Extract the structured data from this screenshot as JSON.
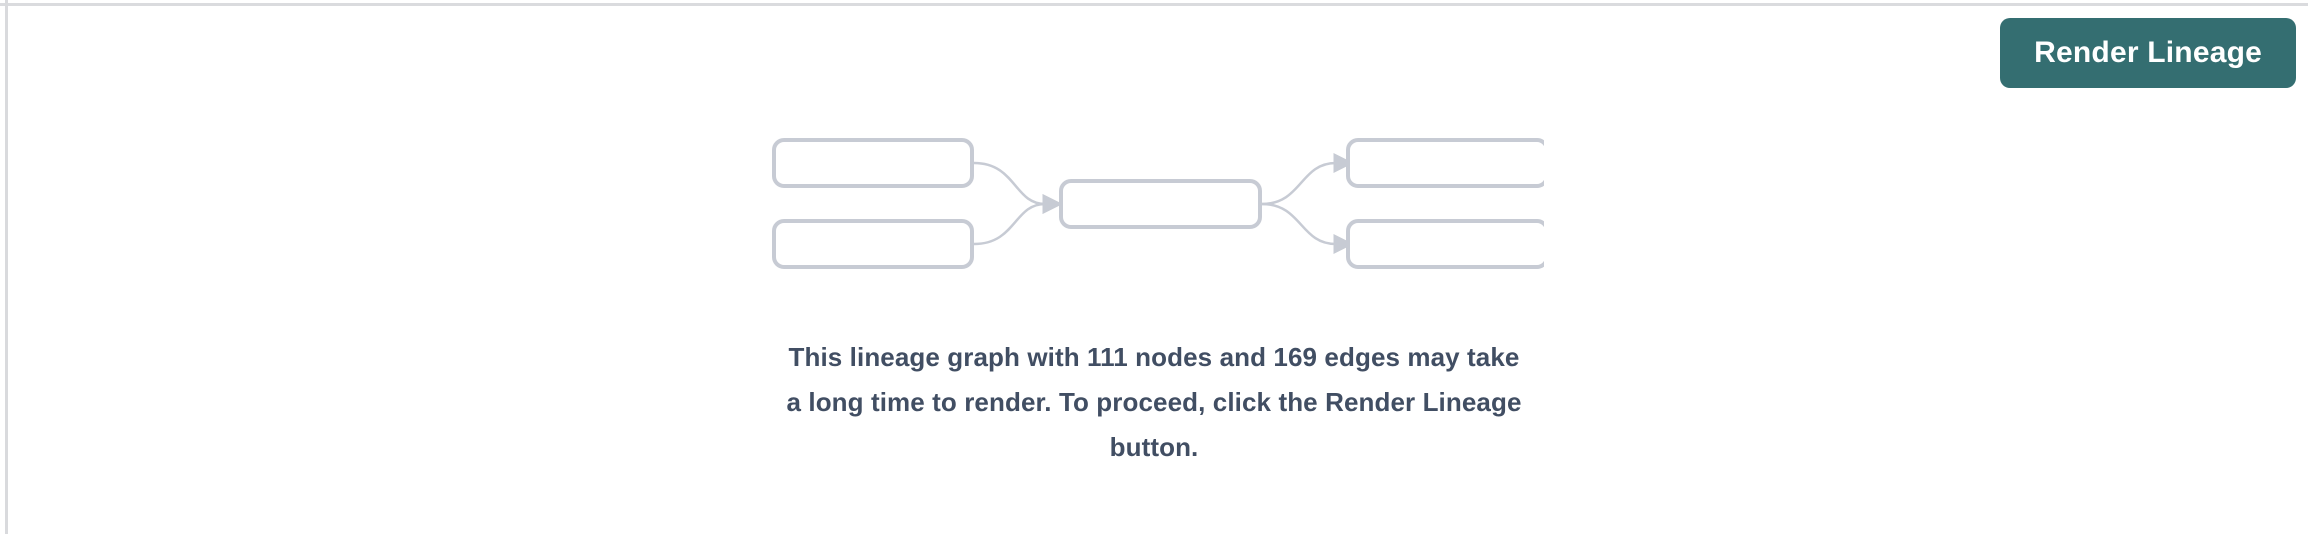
{
  "colors": {
    "accent_teal": "#346E71",
    "button_text": "#FFFFFF",
    "node_border": "#C7CBD4",
    "edge_stroke": "#C7CBD4",
    "message_text": "#414E63",
    "divider_gray": "#DADBDE",
    "background": "#FFFFFF"
  },
  "toolbar": {
    "render_lineage_label": "Render Lineage"
  },
  "placeholder": {
    "graphic": "lineage-graph-placeholder",
    "node_count": "111",
    "edge_count": "169",
    "message_lines": [
      "This lineage graph with 111 nodes and 169 edges may take",
      "a long time to render. To proceed, click the Render Lineage",
      "button."
    ]
  }
}
